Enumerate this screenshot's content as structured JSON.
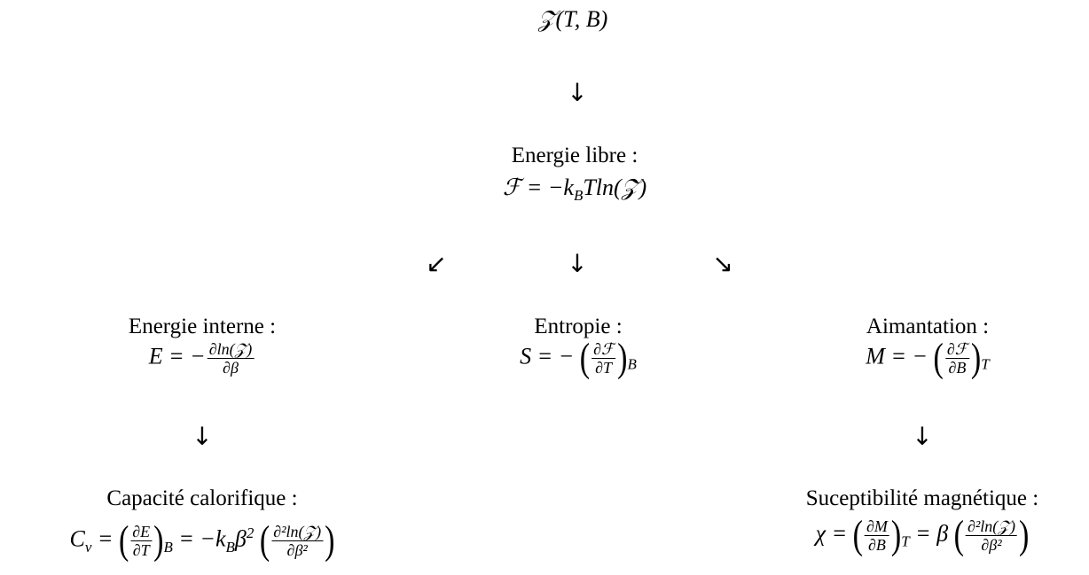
{
  "top": {
    "formula": "𝒵(T, B)"
  },
  "free_energy": {
    "label": "Energie libre :",
    "formula": "ℱ = −k_BTln(𝒵)"
  },
  "internal_energy": {
    "label": "Energie interne :",
    "formula": "E = −∂ln(𝒵)/∂β"
  },
  "entropy": {
    "label": "Entropie :",
    "formula": "S = −(∂ℱ/∂T)_B"
  },
  "magnetization": {
    "label": "Aimantation :",
    "formula": "M = −(∂ℱ/∂B)_T"
  },
  "heat_capacity": {
    "label": "Capacité calorifique :",
    "formula": "C_v = (∂E/∂T)_B = −k_Bβ²(∂²ln(𝒵)/∂β²)"
  },
  "susceptibility": {
    "label": "Suceptibilité magnétique :",
    "formula": "χ = (∂M/∂B)_T = β(∂²ln(𝒵)/∂β²)"
  },
  "arrows": {
    "down": "↓",
    "down_left": "↙",
    "down_right": "↘"
  }
}
